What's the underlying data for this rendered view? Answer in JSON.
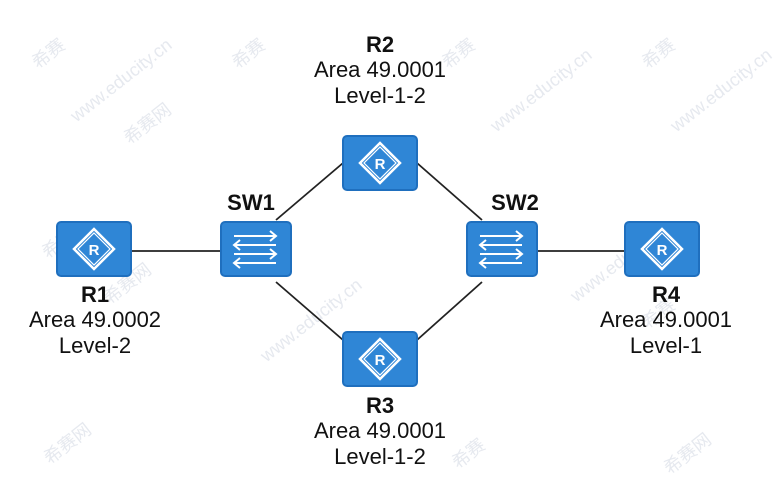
{
  "colors": {
    "device_fill": "#2f86d6",
    "device_edge": "#1f6fbe",
    "link": "#222222",
    "text": "#111111",
    "watermark": "#e6e9ef"
  },
  "watermark_text": [
    "希赛",
    "www.educity.cn",
    "希赛网"
  ],
  "devices": {
    "r1": {
      "name": "R1",
      "area": "Area 49.0002",
      "level": "Level-2",
      "icon": "router-icon"
    },
    "r2": {
      "name": "R2",
      "area": "Area 49.0001",
      "level": "Level-1-2",
      "icon": "router-icon"
    },
    "r3": {
      "name": "R3",
      "area": "Area 49.0001",
      "level": "Level-1-2",
      "icon": "router-icon"
    },
    "r4": {
      "name": "R4",
      "area": "Area 49.0001",
      "level": "Level-1",
      "icon": "router-icon"
    },
    "sw1": {
      "name": "SW1",
      "icon": "switch-icon"
    },
    "sw2": {
      "name": "SW2",
      "icon": "switch-icon"
    }
  },
  "links": [
    [
      "R1",
      "SW1"
    ],
    [
      "SW1",
      "R2"
    ],
    [
      "SW1",
      "R3"
    ],
    [
      "R2",
      "SW2"
    ],
    [
      "R3",
      "SW2"
    ],
    [
      "SW2",
      "R4"
    ]
  ]
}
